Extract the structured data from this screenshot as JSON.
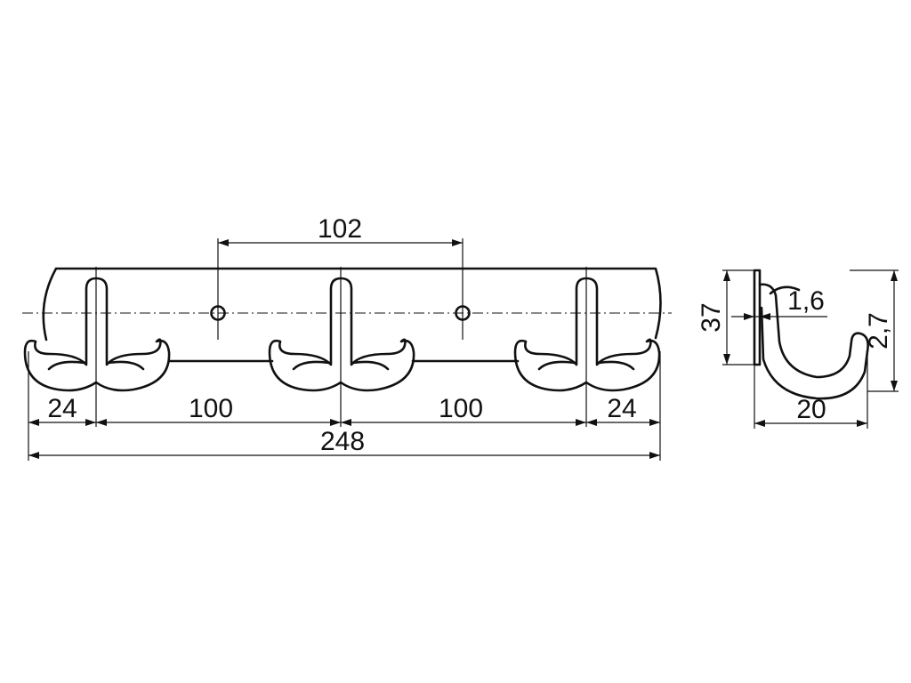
{
  "front_view": {
    "dimensions": {
      "hole_spacing": "102",
      "left_offset": "24",
      "spacing_left": "100",
      "spacing_right": "100",
      "right_offset": "24",
      "total_length": "248"
    }
  },
  "side_view": {
    "dimensions": {
      "height": "37",
      "thickness": "1,6",
      "wire": "2,7",
      "depth": "20"
    }
  }
}
